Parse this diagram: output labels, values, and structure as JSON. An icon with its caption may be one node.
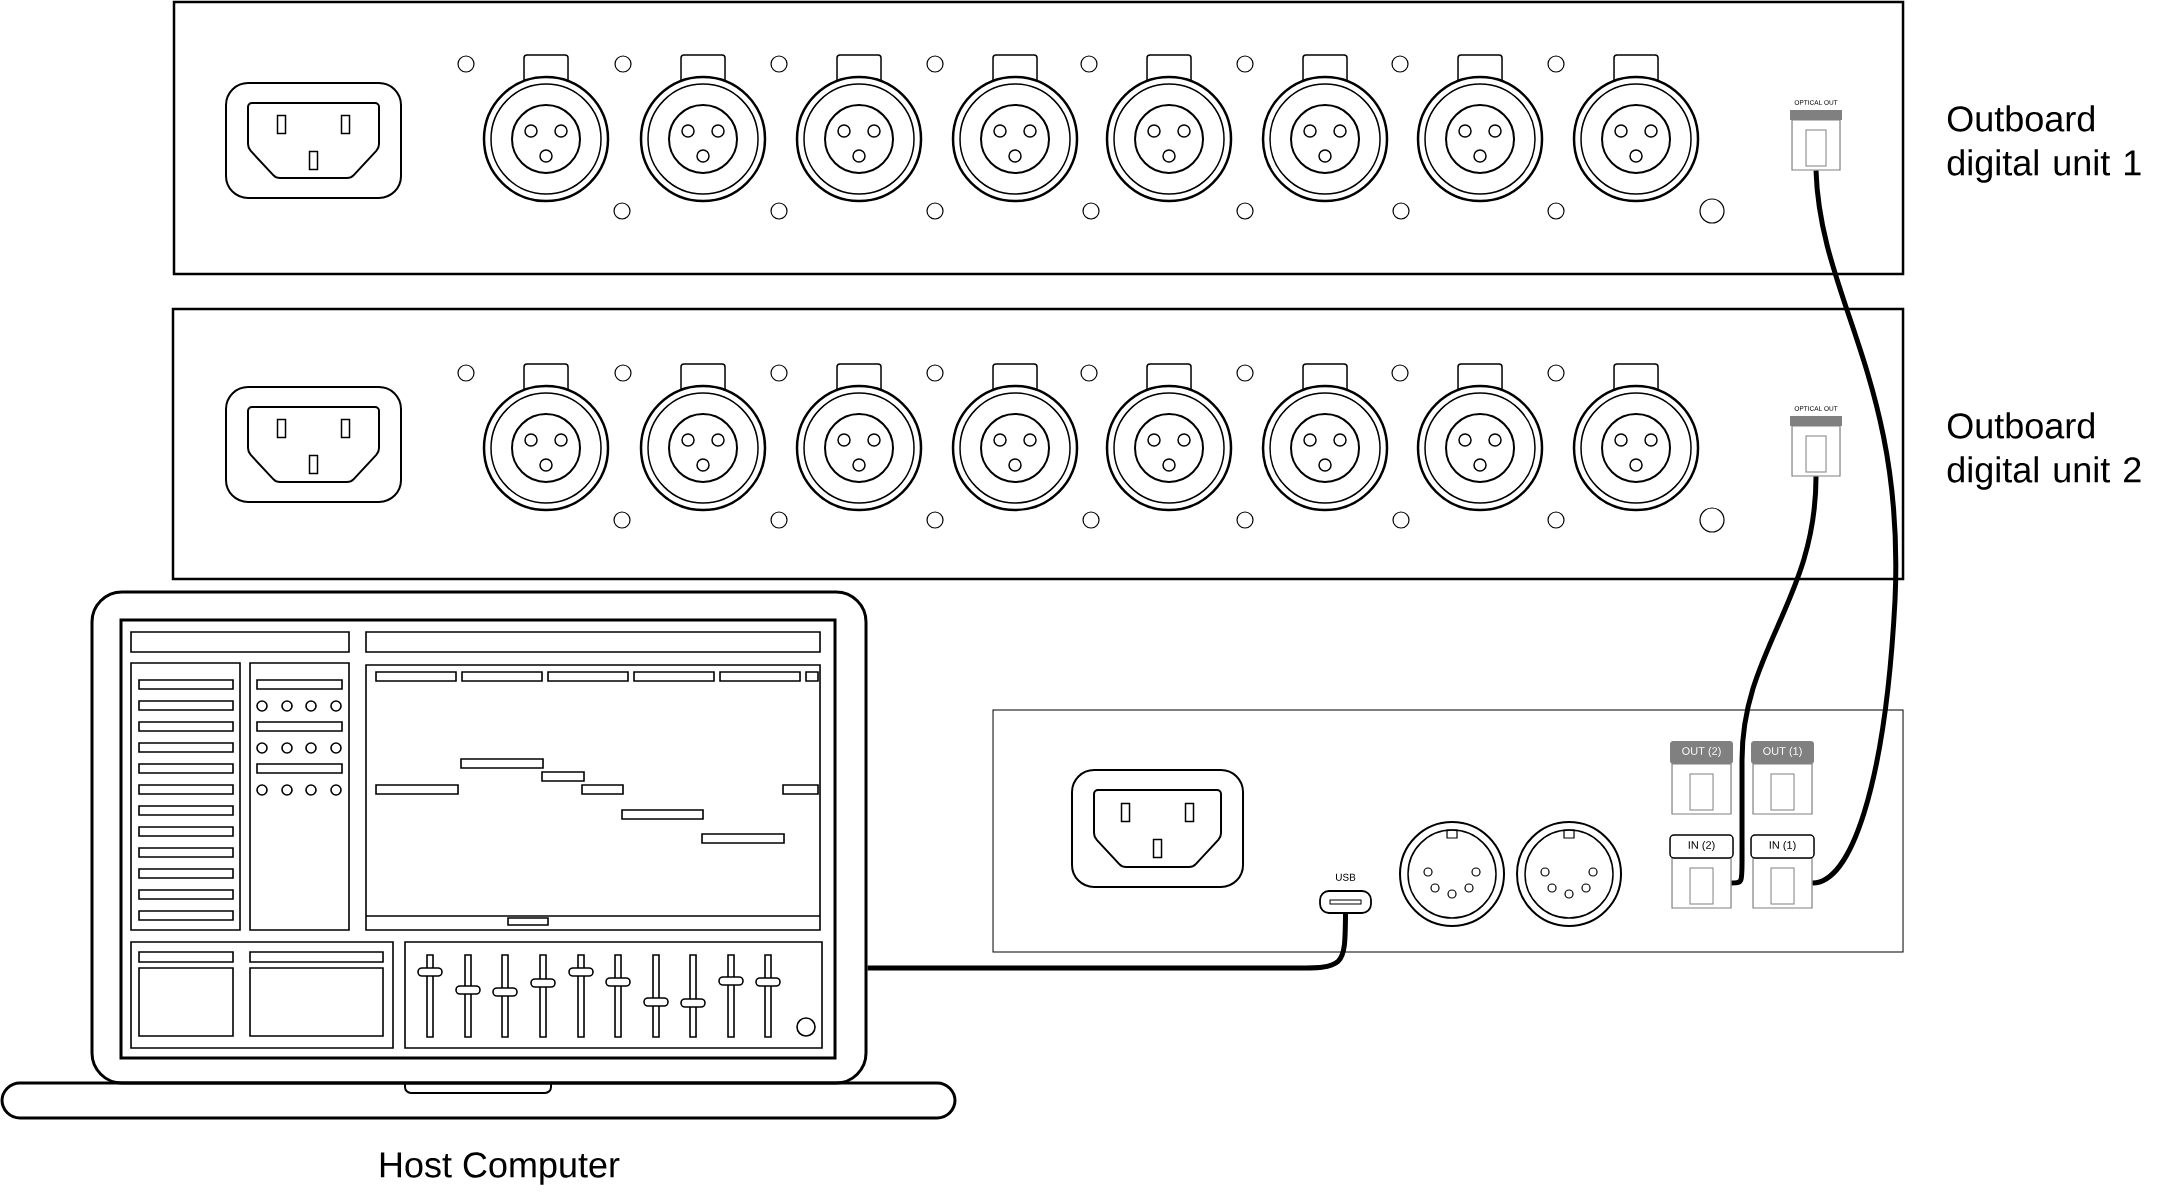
{
  "diagram": {
    "nodes": [
      {
        "text": [
          "Outboard digital unit 1"
        ]
      },
      {
        "text": [
          "OPTICAL OUT"
        ],
        "in": 0
      },
      {
        "text": [
          "Outboard digital unit 2"
        ]
      },
      {
        "text": [
          "OPTICAL OUT"
        ],
        "in": 2
      },
      {
        "text": [
          "Host Computer"
        ]
      },
      {
        "text": [],
        "shape": "box"
      },
      {
        "text": [
          "USB"
        ],
        "in": 5
      },
      {
        "text": [
          "OUT (2)"
        ],
        "in": 5
      },
      {
        "text": [
          "OUT (1)"
        ],
        "in": 5
      },
      {
        "text": [
          "IN (2)"
        ],
        "in": 5
      },
      {
        "text": [
          "IN (1)"
        ],
        "in": 5
      }
    ],
    "edges": [
      {
        "from": 1,
        "to": 10,
        "arrow": "none"
      },
      {
        "from": 3,
        "to": 9,
        "arrow": "none"
      },
      {
        "from": 4,
        "to": 6,
        "arrow": "none"
      }
    ]
  }
}
